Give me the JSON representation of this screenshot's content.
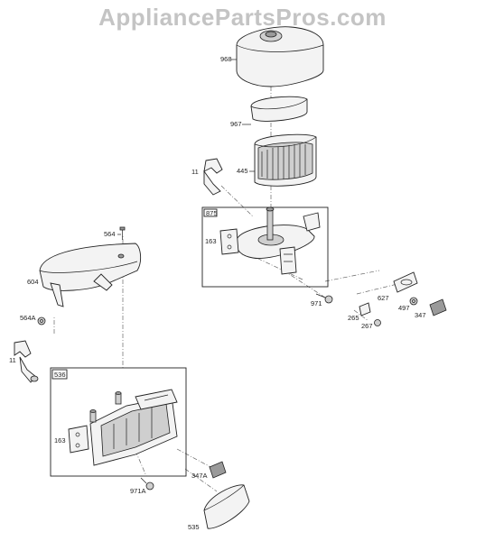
{
  "watermark": "AppliancePartsPros.com",
  "parts": {
    "p968": "968",
    "p967": "967",
    "p445": "445",
    "p11_top": "11",
    "p875": "875",
    "p163_top": "163",
    "p564": "564",
    "p604": "604",
    "p564A": "564A",
    "p971": "971",
    "p627": "627",
    "p497": "497",
    "p347": "347",
    "p265": "265",
    "p267": "267",
    "p11_bottom": "11",
    "p536": "536",
    "p163_bottom": "163",
    "p347A": "347A",
    "p971A": "971A",
    "p535": "535"
  }
}
